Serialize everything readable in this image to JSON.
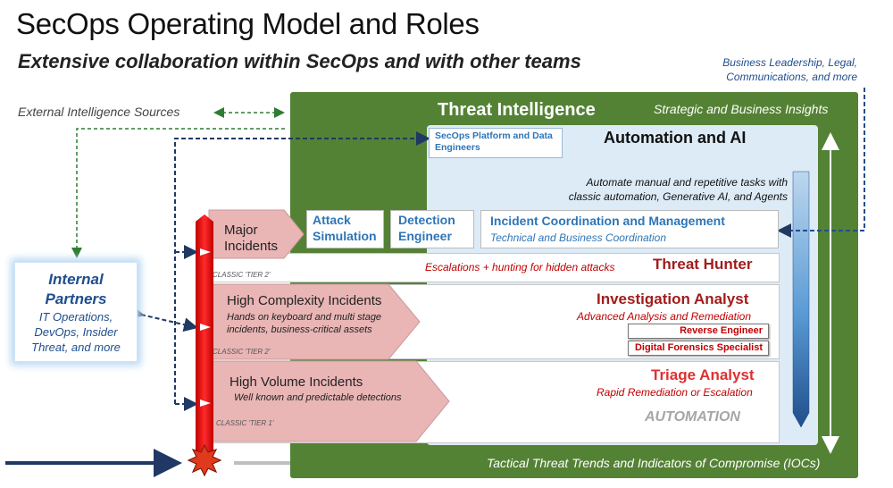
{
  "header": {
    "title": "SecOps Operating Model and Roles",
    "subtitle": "Extensive collaboration within SecOps and with other teams"
  },
  "external": {
    "intel_sources": "External Intelligence Sources",
    "business_line1": "Business Leadership, Legal,",
    "business_line2": "Communications, and more"
  },
  "partners": {
    "title_line1": "Internal",
    "title_line2": "Partners",
    "sub_line1": "IT Operations,",
    "sub_line2": "DevOps, Insider",
    "sub_line3": "Threat, and more"
  },
  "threat_intel": {
    "title": "Threat Intelligence",
    "strategic": "Strategic and Business Insights",
    "tactical": "Tactical Threat Trends and Indicators of Compromise (IOCs)"
  },
  "automation": {
    "platform_line1": "SecOps Platform and Data",
    "platform_line2": "Engineers",
    "title": "Automation and AI",
    "desc_line1": "Automate manual and repetitive tasks with",
    "desc_line2": "classic automation, Generative AI, and Agents",
    "bottom_label": "AUTOMATION"
  },
  "teams": {
    "attack_line1": "Attack",
    "attack_line2": "Simulation",
    "detection_line1": "Detection",
    "detection_line2": "Engineer",
    "incident_title": "Incident Coordination and Management",
    "incident_sub": "Technical and Business Coordination"
  },
  "roles": {
    "escalations": "Escalations + hunting for hidden attacks",
    "hunter": "Threat Hunter",
    "investigation": "Investigation Analyst",
    "investigation_sub": "Advanced Analysis and Remediation",
    "reverse": "Reverse Engineer",
    "forensics": "Digital Forensics Specialist",
    "triage": "Triage Analyst",
    "triage_sub": "Rapid Remediation or Escalation"
  },
  "incidents": {
    "major_line1": "Major",
    "major_line2": "Incidents",
    "tier_major": "CLASSIC 'TIER 2'",
    "high_complexity": "High Complexity Incidents",
    "high_complexity_desc1": "Hands on keyboard and multi stage",
    "high_complexity_desc2": "incidents, business-critical assets",
    "tier_complexity": "CLASSIC 'TIER 2'",
    "high_volume": "High Volume Incidents",
    "high_volume_desc": "Well known and predictable detections",
    "tier_volume": "CLASSIC 'TIER 1'"
  },
  "colors": {
    "green": "#548235",
    "light_blue": "#ddebf7",
    "chevron_fill": "#e9b5b5",
    "accent_blue": "#2e75b6",
    "dark_red": "#a21c1c"
  }
}
